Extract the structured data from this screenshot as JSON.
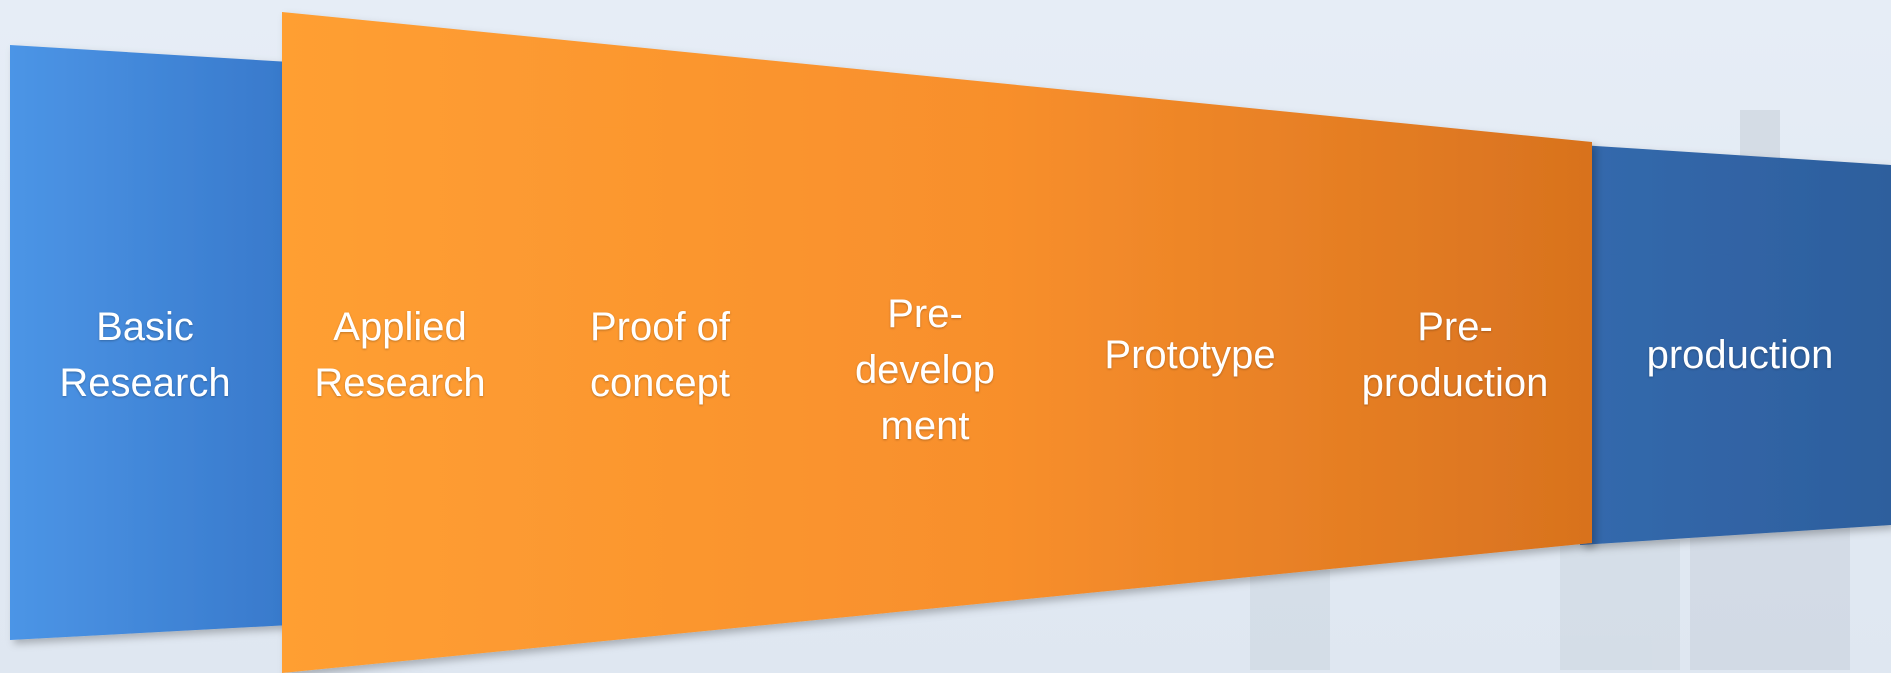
{
  "colors": {
    "background": "#e4ebf4",
    "blue": "#3f86d8",
    "blue_dark": "#2f62a3",
    "orange_light": "#ff9f30",
    "orange_dark": "#d8721f"
  },
  "stages": {
    "basic_research": "Basic\nResearch",
    "applied_research": "Applied\nResearch",
    "proof_of_concept": "Proof of\nconcept",
    "pre_development": "Pre-\ndevelop\nment",
    "prototype": "Prototype",
    "pre_production": "Pre-\nproduction",
    "production": "production"
  }
}
